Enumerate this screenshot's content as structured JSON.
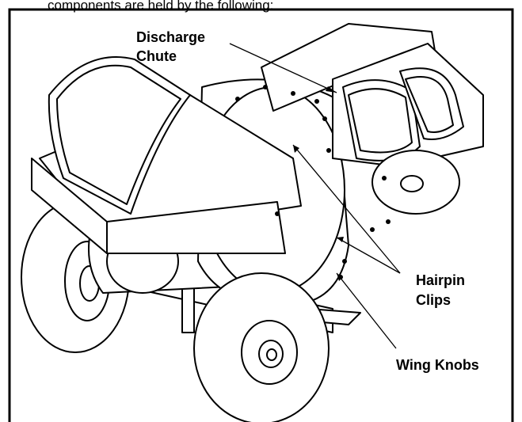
{
  "caption": "components are held by the following:",
  "labels": {
    "discharge_chute": [
      "Discharge",
      "Chute"
    ],
    "hairpin_clips": [
      "Hairpin",
      "Clips"
    ],
    "wing_knobs": "Wing Knobs"
  }
}
